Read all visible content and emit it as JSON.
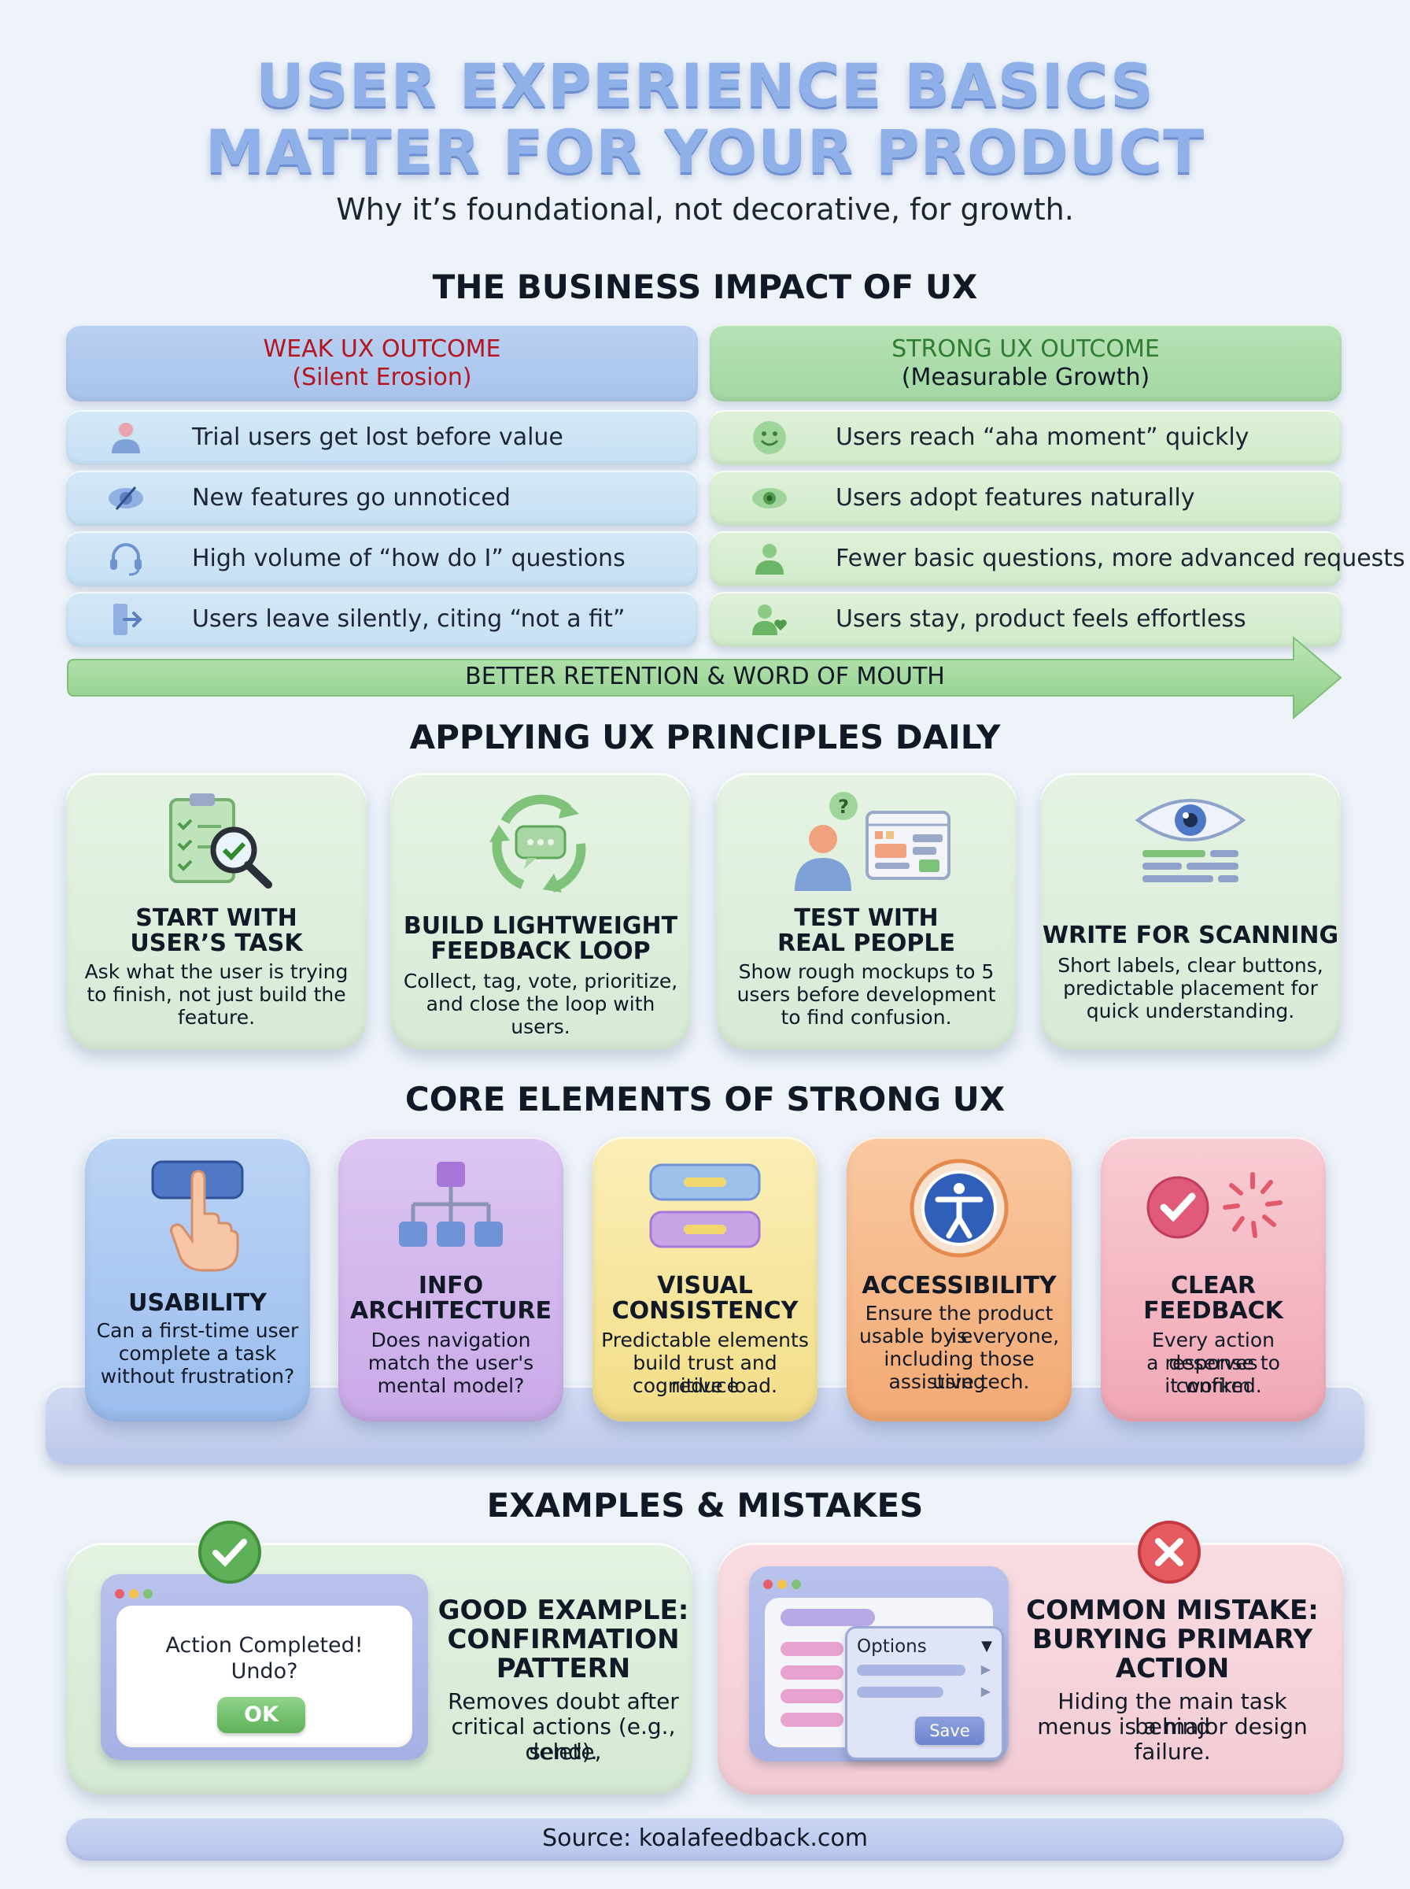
{
  "header": {
    "title_line1": "USER EXPERIENCE BASICS",
    "title_line2": "MATTER FOR YOUR PRODUCT",
    "subtitle": "Why it’s foundational, not decorative, for growth."
  },
  "impact": {
    "heading": "THE BUSINESS IMPACT OF UX",
    "weak": {
      "title": "WEAK UX OUTCOME",
      "subtitle": "(Silent Erosion)",
      "color": "#b3161e",
      "rows": [
        {
          "icon": "user-icon",
          "text": "Trial users get lost before value"
        },
        {
          "icon": "eye-slash-icon",
          "text": "New features go unnoticed"
        },
        {
          "icon": "headset-icon",
          "text": "High volume of “how do I” questions"
        },
        {
          "icon": "exit-door-icon",
          "text": "Users leave silently, citing “not a fit”"
        }
      ]
    },
    "strong": {
      "title": "STRONG UX OUTCOME",
      "subtitle": "(Measurable Growth)",
      "color": "#2e7d32",
      "rows": [
        {
          "icon": "smiley-icon",
          "text": "Users reach “aha moment” quickly"
        },
        {
          "icon": "eye-icon",
          "text": "Users adopt features naturally"
        },
        {
          "icon": "user-icon",
          "text": "Fewer basic questions, more advanced requests"
        },
        {
          "icon": "user-heart-icon",
          "text": "Users stay, product feels effortless"
        }
      ]
    },
    "arrow_label": "BETTER RETENTION & WORD OF MOUTH"
  },
  "principles": {
    "heading": "APPLYING UX PRINCIPLES DAILY",
    "cards": [
      {
        "icon": "clipboard-magnifier-icon",
        "title_line1": "START WITH",
        "title_line2": "USER’S TASK",
        "desc_line1": "Ask what the user is trying",
        "desc_line2": "to finish, not just build the",
        "desc_line3": "feature."
      },
      {
        "icon": "feedback-loop-icon",
        "title_line1": "BUILD LIGHTWEIGHT",
        "title_line2": "FEEDBACK LOOP",
        "desc_line1": "Collect, tag, vote, prioritize,",
        "desc_line2": "and close the loop with users."
      },
      {
        "icon": "user-testing-icon",
        "title_line1": "TEST WITH",
        "title_line2": "REAL PEOPLE",
        "desc_line1": "Show rough mockups to 5",
        "desc_line2": "users before development",
        "desc_line3": "to find confusion."
      },
      {
        "icon": "eye-text-icon",
        "title_line1": "WRITE FOR SCANNING",
        "desc_line1": "Short labels, clear buttons,",
        "desc_line2": "predictable placement for",
        "desc_line3": "quick understanding."
      }
    ]
  },
  "core": {
    "heading": "CORE ELEMENTS OF STRONG UX",
    "items": [
      {
        "icon": "finger-tap-icon",
        "title_line1": "USABILITY",
        "desc_line1": "Can a first-time user",
        "desc_line2": "complete a task",
        "desc_line3": "without frustration?",
        "color": "#a9c6f0"
      },
      {
        "icon": "sitemap-icon",
        "title_line1": "INFO",
        "title_line2": "ARCHITECTURE",
        "desc_line1": "Does navigation",
        "desc_line2": "match the user's",
        "desc_line3": "mental model?",
        "color": "#d3b6ec"
      },
      {
        "icon": "stacked-blocks-icon",
        "title_line1": "VISUAL",
        "title_line2": "CONSISTENCY",
        "desc_line1": "Predictable elements",
        "desc_line2": "build trust and reduce",
        "desc_line3": "cognitive load.",
        "color": "#f6e6a0"
      },
      {
        "icon": "accessibility-icon",
        "title_line1": "ACCESSIBILITY",
        "desc_line1": "Ensure the product is",
        "desc_line2": "usable by everyone,",
        "desc_line3": "including those using",
        "desc_line4": "assistive tech.",
        "color": "#f5b98a"
      },
      {
        "icon": "check-spinner-icon",
        "title_line1": "CLEAR",
        "title_line2": "FEEDBACK",
        "desc_line1": "Every action deserves",
        "desc_line2": "a response to confirm",
        "desc_line3": "it worked.",
        "color": "#f4b8c3"
      }
    ]
  },
  "examples": {
    "heading": "EXAMPLES & MISTAKES",
    "good": {
      "dialog_line1": "Action Completed!",
      "dialog_line2": "Undo?",
      "ok_label": "OK",
      "title_line1": "GOOD EXAMPLE:",
      "title_line2": "CONFIRMATION",
      "title_line3": "PATTERN",
      "desc_line1": "Removes doubt after",
      "desc_line2": "critical actions (e.g., delete,",
      "desc_line3": "send)."
    },
    "bad": {
      "menu_label": "Options",
      "save_label": "Save",
      "title_line1": "COMMON MISTAKE:",
      "title_line2": "BURYING PRIMARY",
      "title_line3": "ACTION",
      "desc_line1": "Hiding the main task behind",
      "desc_line2": "menus is a major design",
      "desc_line3": "failure."
    }
  },
  "footer": {
    "source": "Source: koalafeedback.com"
  }
}
